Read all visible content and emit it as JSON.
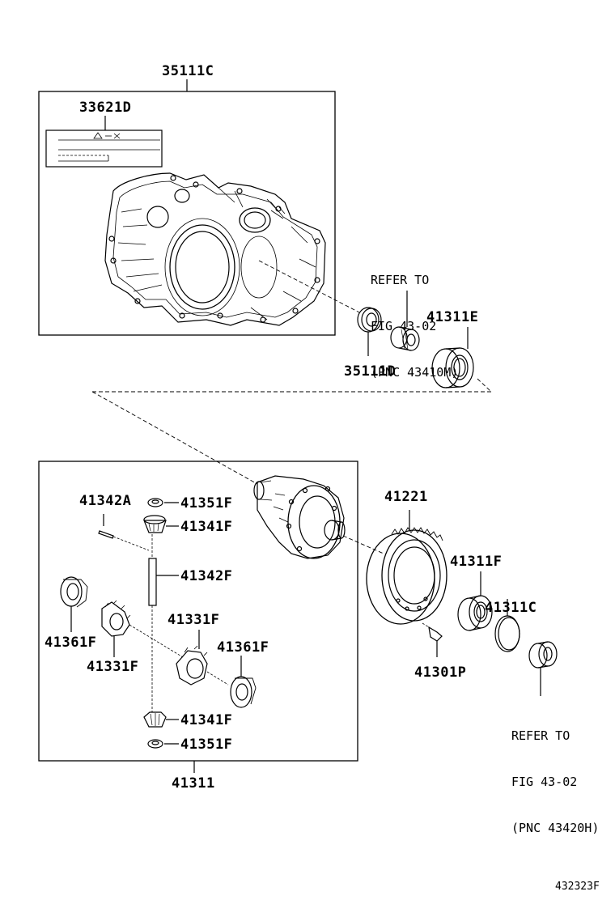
{
  "labels": {
    "housing_assy": "35111C",
    "caution_label": "33621D",
    "oil_seal": "35111D",
    "bearing_e": "41311E",
    "diff_case_pin": "41342A",
    "thrust_washer_top": "41351F",
    "pinion_top": "41341F",
    "pinion_shaft": "41342F",
    "side_gear_right": "41331F",
    "washer_left": "41361F",
    "washer_right": "41361F",
    "side_gear_left": "41331F",
    "pinion_bottom": "41341F",
    "thrust_washer_bottom": "41351F",
    "diff_assy": "41311",
    "ring_gear": "41221",
    "bearing_f": "41311F",
    "shim_c": "41311C",
    "bolt": "41301P"
  },
  "notes": {
    "refer_top": [
      "REFER TO",
      "FIG 43-02",
      "(PNC 43410M)"
    ],
    "refer_bottom": [
      "REFER TO",
      "FIG 43-02",
      "(PNC 43420H)"
    ]
  },
  "figure_id": "432323F"
}
